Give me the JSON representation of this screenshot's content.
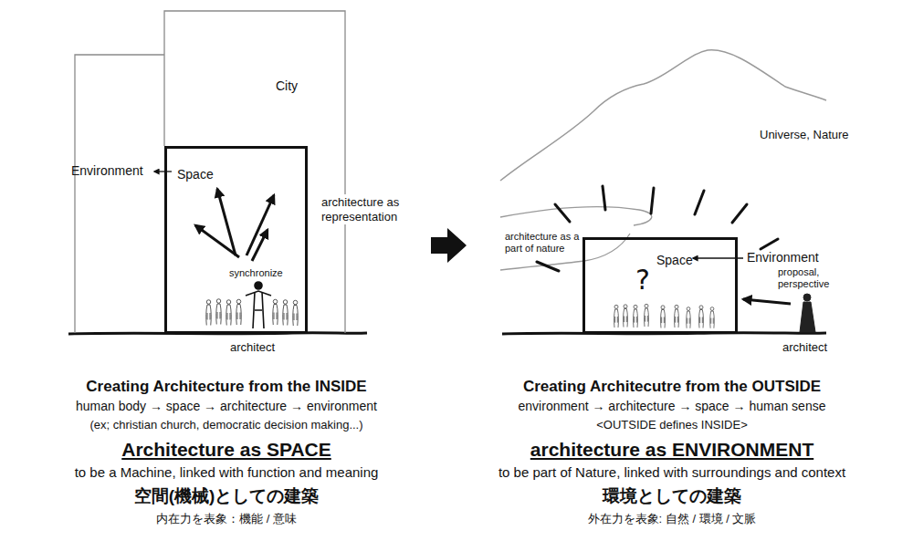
{
  "diagram": {
    "nodes": [
      {
        "text": [
          "City",
          "architecture as representation"
        ]
      },
      {
        "text": [
          "Space",
          "synchronize"
        ],
        "in": 0
      },
      {
        "text": [
          "Space",
          "?"
        ]
      }
    ],
    "labels": [
      "Environment",
      "architect",
      "Universe, Nature",
      "architecture as a part of nature",
      "Environment",
      "proposal, perspective",
      "architect",
      "Creating Architecture from the INSIDE",
      "human body → space → architecture → environment",
      "(ex; christian church, democratic decision making...)",
      "Architecture as SPACE",
      "to be a Machine, linked with function and meaning",
      "空間(機械)としての建築",
      "内在力を表象：機能 / 意味",
      "Creating Architecutre from the OUTSIDE",
      "environment → architecture → space → human sense",
      "<OUTSIDE defines INSIDE>",
      "architecture as ENVIRONMENT",
      "to be part of Nature, linked with surroundings and context",
      "環境としての建築",
      "外在力を表象: 自然 / 環境 / 文脈"
    ]
  }
}
